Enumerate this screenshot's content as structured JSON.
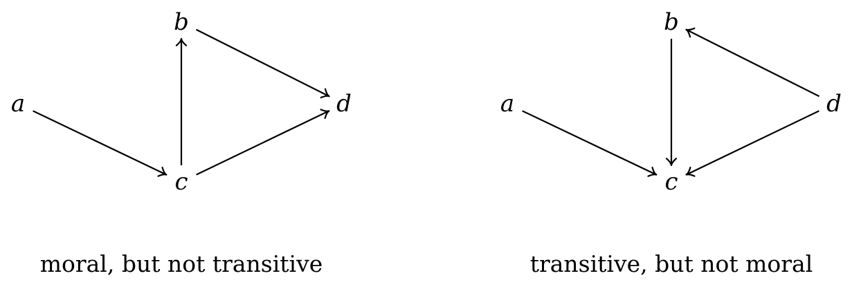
{
  "diagrams": [
    {
      "caption": "moral, but not transitive",
      "nodes": [
        {
          "id": "a",
          "label": "a"
        },
        {
          "id": "b",
          "label": "b"
        },
        {
          "id": "c",
          "label": "c"
        },
        {
          "id": "d",
          "label": "d"
        }
      ],
      "edges": [
        {
          "from": "a",
          "to": "c"
        },
        {
          "from": "c",
          "to": "b"
        },
        {
          "from": "b",
          "to": "d"
        },
        {
          "from": "c",
          "to": "d"
        }
      ]
    },
    {
      "caption": "transitive, but not moral",
      "nodes": [
        {
          "id": "a",
          "label": "a"
        },
        {
          "id": "b",
          "label": "b"
        },
        {
          "id": "c",
          "label": "c"
        },
        {
          "id": "d",
          "label": "d"
        }
      ],
      "edges": [
        {
          "from": "a",
          "to": "c"
        },
        {
          "from": "b",
          "to": "c"
        },
        {
          "from": "d",
          "to": "b"
        },
        {
          "from": "d",
          "to": "c"
        }
      ]
    }
  ]
}
